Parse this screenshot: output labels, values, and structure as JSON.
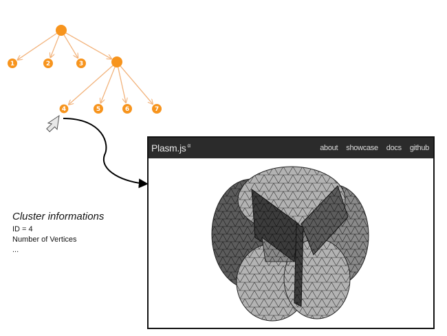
{
  "tree": {
    "root": {
      "label": "",
      "children": [
        {
          "label": "1",
          "children": []
        },
        {
          "label": "2",
          "children": []
        },
        {
          "label": "3",
          "children": []
        },
        {
          "label": "",
          "children": [
            {
              "label": "4",
              "children": []
            },
            {
              "label": "5",
              "children": []
            },
            {
              "label": "6",
              "children": []
            },
            {
              "label": "7",
              "children": []
            }
          ]
        }
      ]
    },
    "node_color": "#f7941d",
    "edge_color": "#f2b27a",
    "selected_label": "4"
  },
  "info": {
    "title": "Cluster informations",
    "lines": [
      "ID = 4",
      "Number of Vertices",
      "..."
    ]
  },
  "window": {
    "brand": "Plasm.js",
    "brand_sup": "α",
    "nav": [
      "about",
      "showcase",
      "docs",
      "github"
    ],
    "nav_bg": "#2b2b2b"
  },
  "viewer": {
    "description_icon": "mesh-3d-icon"
  }
}
